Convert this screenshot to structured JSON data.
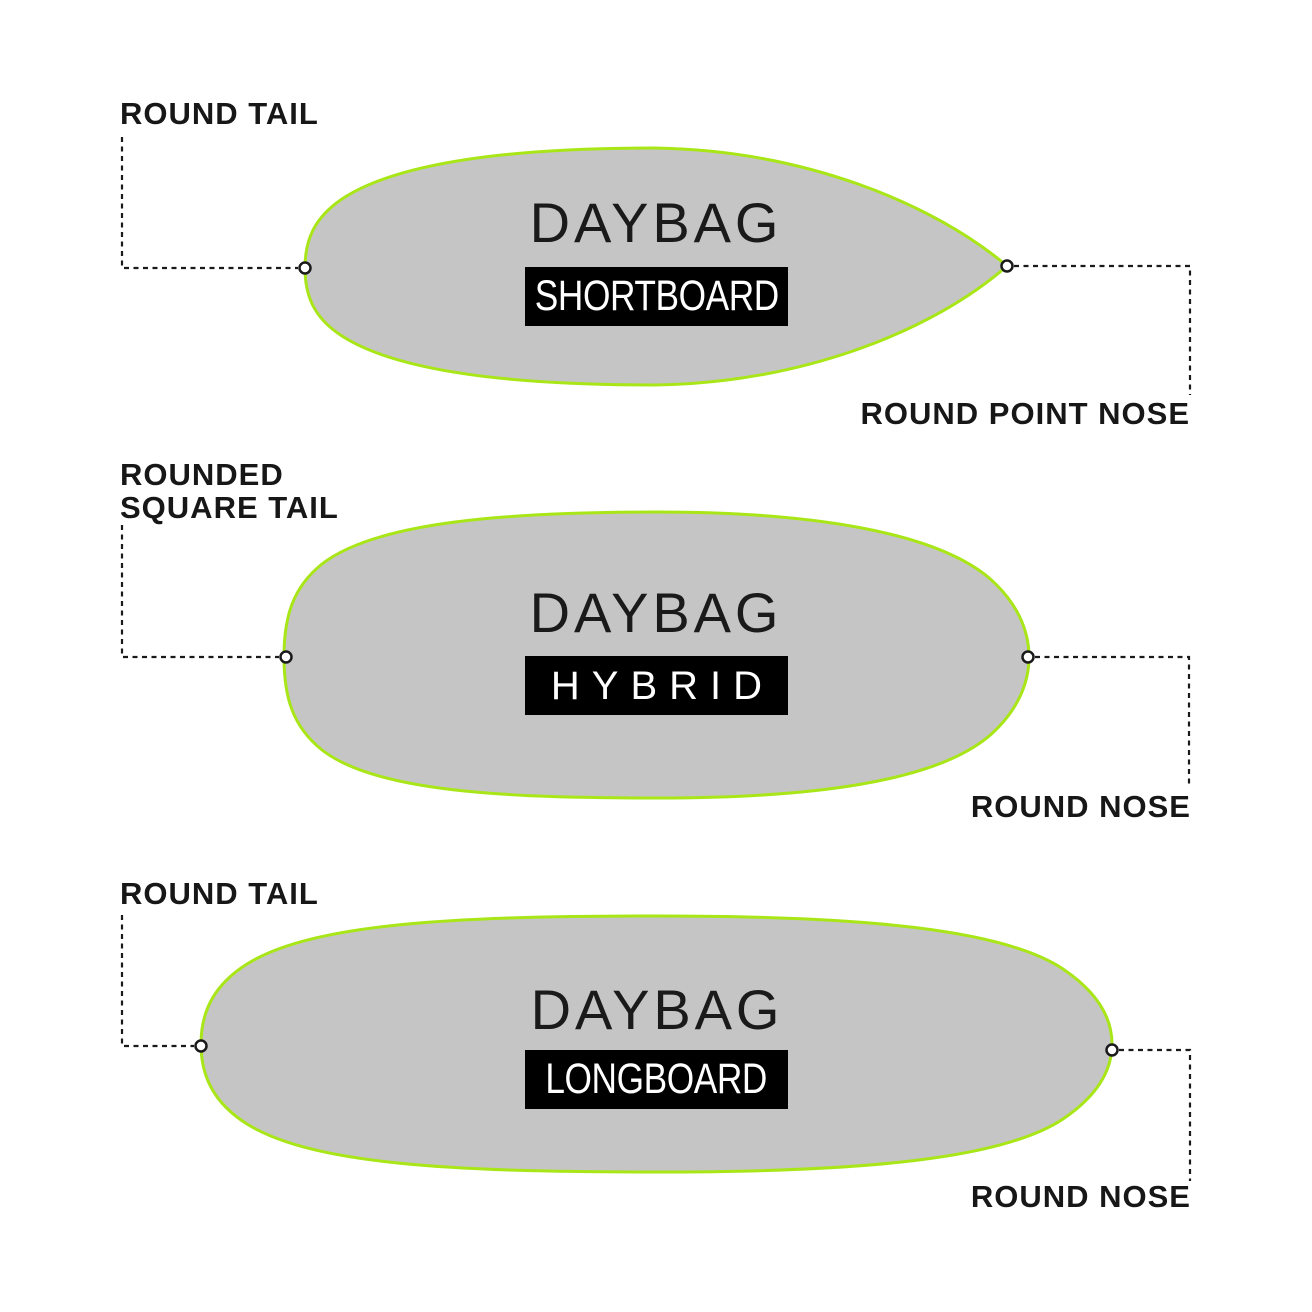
{
  "diagram": {
    "colors": {
      "board_fill": "#c5c5c5",
      "board_outline": "#a8e617",
      "badge_bg": "#000000",
      "badge_text": "#ffffff",
      "label_text": "#171717",
      "connector": "#1a1a1a",
      "canvas_bg": "#ffffff"
    },
    "boards": [
      {
        "title": "DAYBAG",
        "badge": "SHORTBOARD",
        "tail_label_lines": [
          "ROUND TAIL"
        ],
        "nose_label": "ROUND POINT NOSE"
      },
      {
        "title": "DAYBAG",
        "badge": "HYBRID",
        "tail_label_lines": [
          "ROUNDED",
          "SQUARE TAIL"
        ],
        "nose_label": "ROUND NOSE"
      },
      {
        "title": "DAYBAG",
        "badge": "LONGBOARD",
        "tail_label_lines": [
          "ROUND TAIL"
        ],
        "nose_label": "ROUND NOSE"
      }
    ]
  }
}
